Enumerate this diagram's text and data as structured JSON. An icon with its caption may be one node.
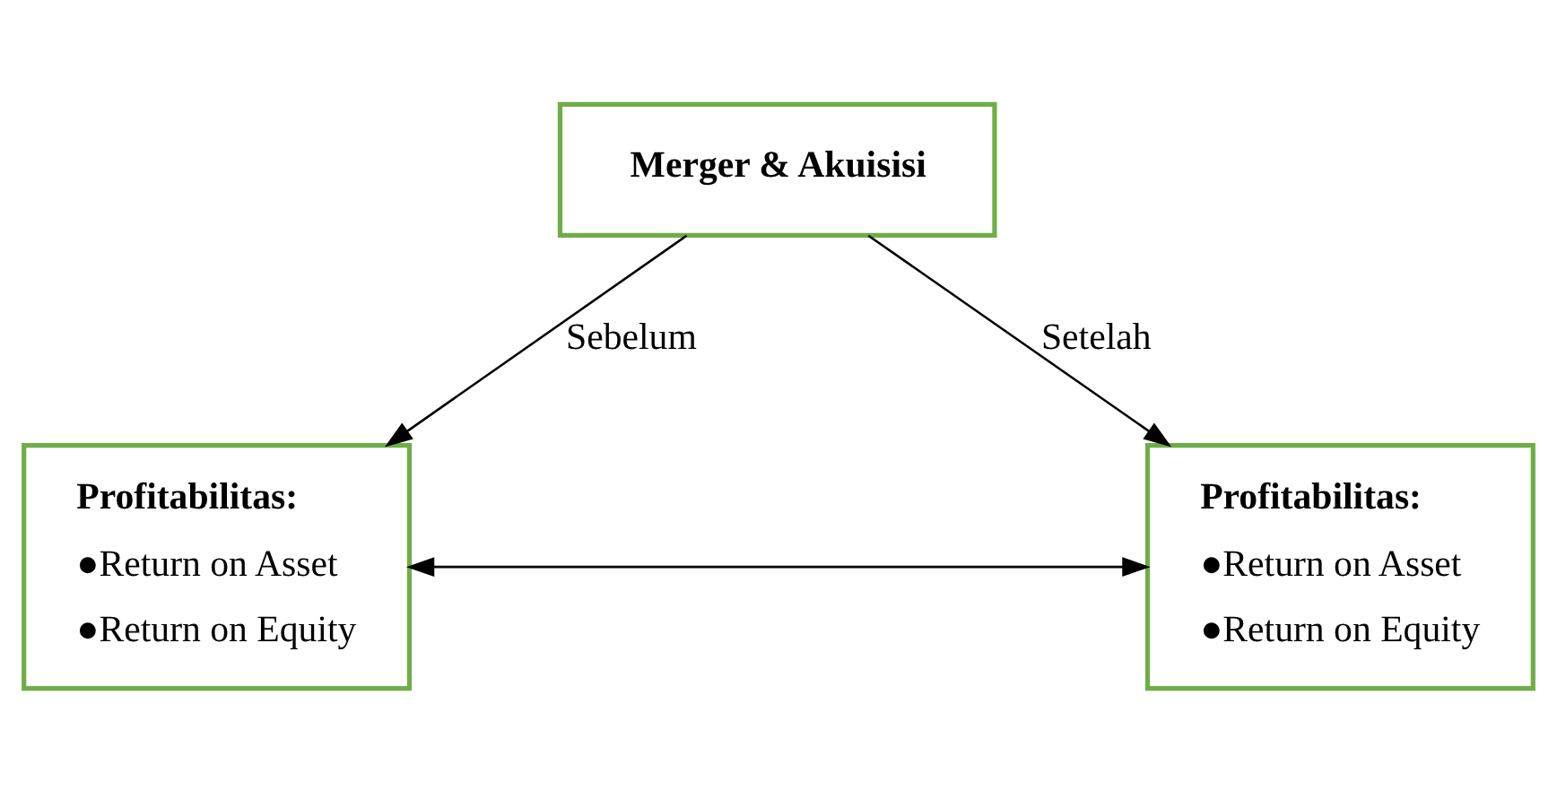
{
  "diagram": {
    "nodes": [
      {
        "text": [
          "Merger & Akuisisi"
        ]
      },
      {
        "text": [
          "Profitabilitas:",
          "●Return on Asset",
          "●Return on Equity"
        ]
      },
      {
        "text": [
          "Profitabilitas:",
          "●Return on Asset",
          "●Return on Equity"
        ]
      }
    ],
    "edges": [
      {
        "from": 0,
        "to": 1,
        "arrow": "to",
        "label": "Sebelum"
      },
      {
        "from": 0,
        "to": 2,
        "arrow": "to",
        "label": "Setelah"
      },
      {
        "from": 1,
        "to": 2,
        "arrow": "both"
      }
    ]
  }
}
